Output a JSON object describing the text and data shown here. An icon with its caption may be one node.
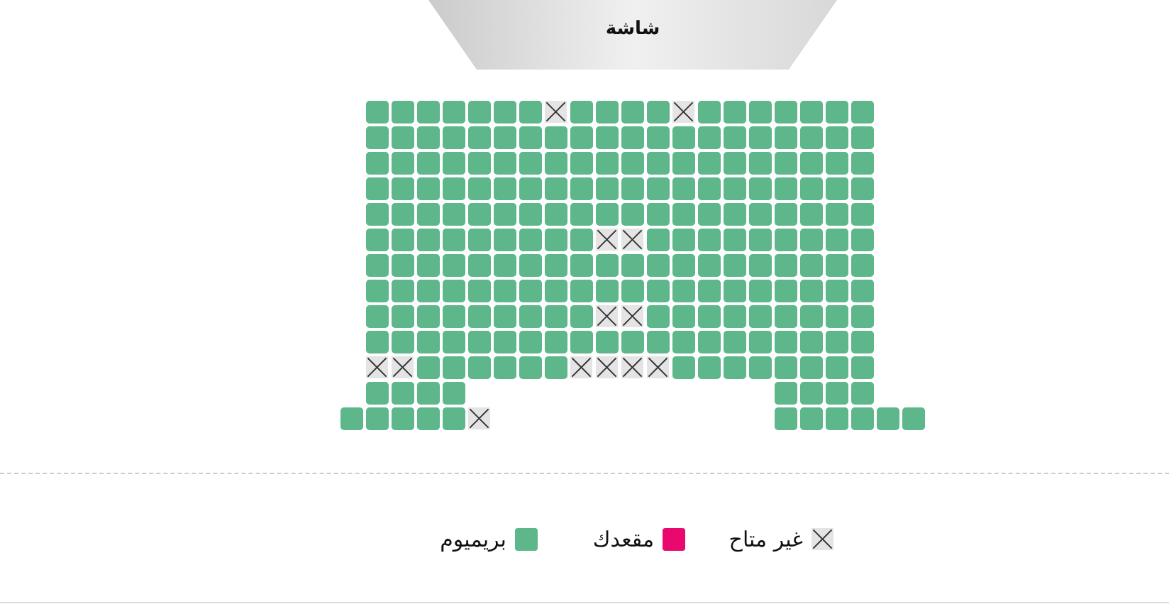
{
  "diagram": {
    "nodes": [
      {
        "text": [
          "شاشة"
        ]
      }
    ],
    "legend": [
      {
        "text": "غير متاح"
      },
      {
        "text": "مقعدك",
        "color": "#e8086e"
      },
      {
        "text": "بريميوم",
        "color": "#5db78a"
      }
    ]
  }
}
